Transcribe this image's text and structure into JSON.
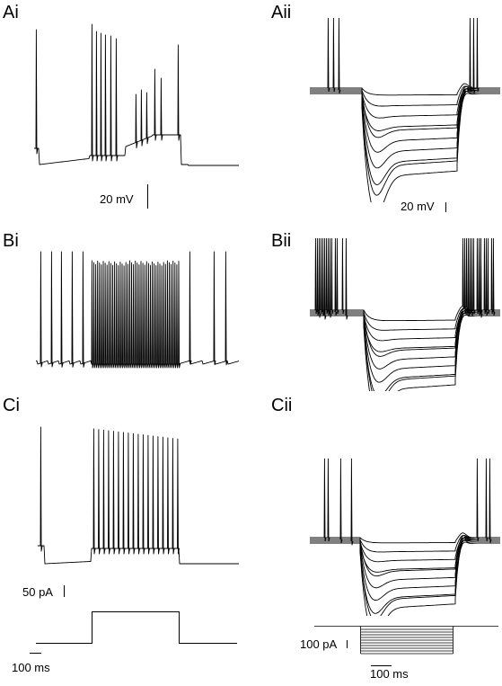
{
  "panels": {
    "ai": "Ai",
    "aii": "Aii",
    "bi": "Bi",
    "bii": "Bii",
    "ci": "Ci",
    "cii": "Cii"
  },
  "scale_bars": {
    "voltage_left": "20 mV",
    "voltage_right": "20 mV",
    "current_left": "50 pA",
    "current_right": "100 pA",
    "time_left": "100 ms",
    "time_right": "100 ms"
  },
  "chart_data": [
    {
      "type": "line",
      "panel": "Ai",
      "spike_count": 13
    },
    {
      "type": "line",
      "panel": "Aii",
      "sweeps": 10
    },
    {
      "type": "line",
      "panel": "Bi",
      "spike_count": 60
    },
    {
      "type": "line",
      "panel": "Bii",
      "sweeps": 10
    },
    {
      "type": "line",
      "panel": "Ci",
      "spike_count": 18
    },
    {
      "type": "line",
      "panel": "Cii",
      "sweeps": 10
    }
  ]
}
